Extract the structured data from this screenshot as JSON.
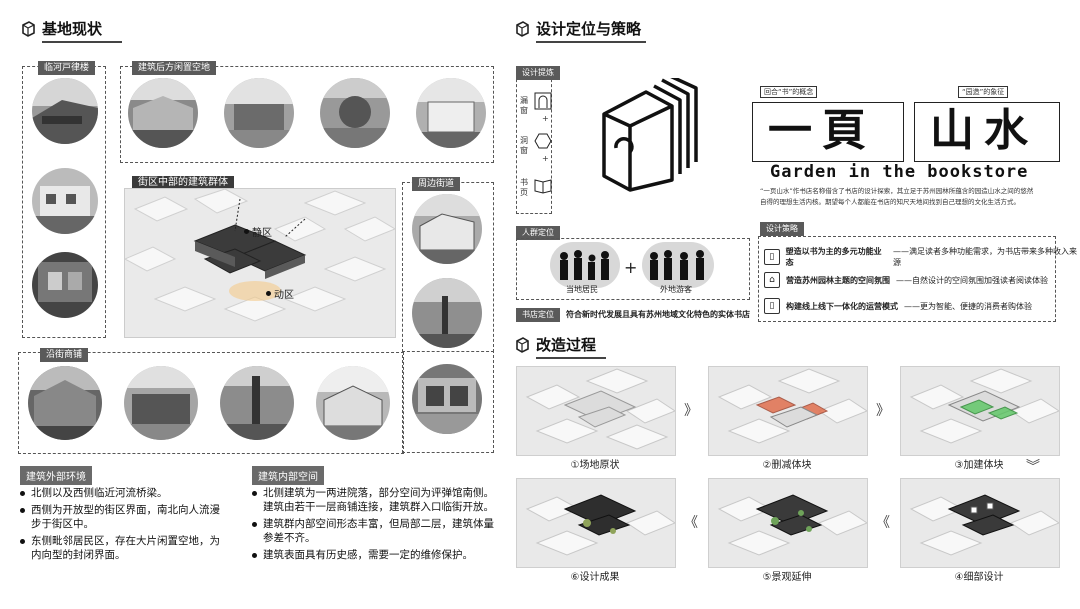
{
  "sections": {
    "site_status": "基地现状",
    "design_positioning": "设计定位与策略",
    "renovation_process": "改造过程"
  },
  "left_tags": {
    "riverside": "临河戸律楼",
    "open_space": "建筑后方闲置空地",
    "central_cluster": "街区中部的建筑群体",
    "surrounding_street": "周边街道",
    "along_street": "沿街商铺"
  },
  "map_labels": {
    "quiet_zone": "静区",
    "active_zone": "动区"
  },
  "exterior": {
    "title": "建筑外部环境",
    "items": [
      "北侧以及西侧临近河流桥梁。",
      "西侧为开放型的街区界面，南北向人流漫步于街区中。",
      "东侧毗邻居民区，存在大片闲置空地，为内向型的封闭界面。"
    ]
  },
  "interior": {
    "title": "建筑内部空间",
    "items": [
      "北侧建筑为一两进院落，部分空间为评弹馆南侧。建筑由若干一层商铺连接，建筑群入口临街开放。",
      "建筑群内部空间形态丰富，但局部二层，建筑体量参差不齐。",
      "建筑表面具有历史感，需要一定的维修保护。"
    ]
  },
  "concept": {
    "tag": "设计提炼",
    "labels": [
      "漏窗",
      "洞窗",
      "书页"
    ]
  },
  "title_board": {
    "note_left": "回合“书”的概念",
    "note_right": "“园造”的象征",
    "chars_left": "一頁",
    "chars_right": "山水",
    "english": "Garden in the bookstore",
    "desc1": "“一页山水”作书店名称借含了书店的设计探索，其立足于苏州园林所蕴含的园造山水之间的悠然",
    "desc2": "自得的理想生活内核。期望每个人都能在书店的知尺天地间找到自己理想的文化生活方式。"
  },
  "strategy": {
    "tag": "设计策略",
    "items": [
      {
        "icon": "book-icon",
        "bold": "塑造以书为主的多元功能业态",
        "rest": "——满足读者多种功能需求，为书店带来多种收入来源"
      },
      {
        "icon": "home-icon",
        "bold": "营造苏州园林主题的空间氛围",
        "rest": "——自然设计的空间氛围加强读者阅读体验"
      },
      {
        "icon": "phone-icon",
        "bold": "构建线上线下一体化的运营模式",
        "rest": "——更为智能、便捷的消费者购体验"
      }
    ]
  },
  "people": {
    "tag": "人群定位",
    "left": "当地居民",
    "right": "外地游客",
    "plus": "+"
  },
  "store": {
    "tag": "书店定位",
    "text": "符合新时代发展且具有苏州地域文化特色的实体书店"
  },
  "stages": [
    {
      "label": "①场地原状"
    },
    {
      "label": "②删减体块"
    },
    {
      "label": "③加建体块"
    },
    {
      "label": "④细部设计"
    },
    {
      "label": "⑤景观延伸"
    },
    {
      "label": "⑥设计成果"
    }
  ],
  "arrows": {
    "right": "》",
    "left": "《",
    "down": "︾"
  },
  "colors": {
    "accent_red": "#e0704e",
    "accent_green": "#63c86a",
    "gray": "#777777",
    "orange": "#f0a24a"
  }
}
